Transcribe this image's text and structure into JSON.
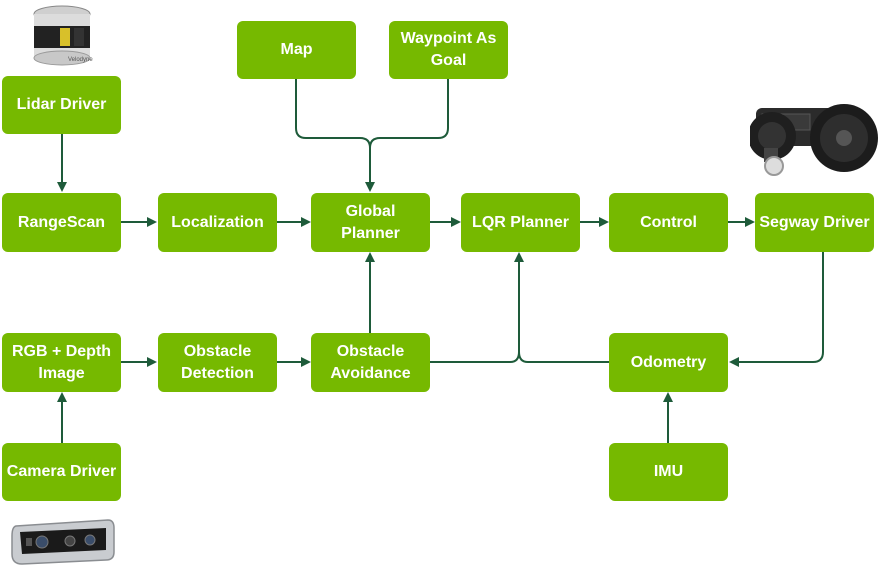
{
  "colors": {
    "node_fill": "#76b900",
    "node_text": "#ffffff",
    "edge": "#1e5b3a"
  },
  "nodes": {
    "lidar_driver": "Lidar Driver",
    "range_scan": "RangeScan",
    "localization": "Localization",
    "map": "Map",
    "waypoint": "Waypoint As Goal",
    "global_planner": "Global Planner",
    "lqr_planner": "LQR Planner",
    "control": "Control",
    "segway_driver": "Segway Driver",
    "rgb_depth": "RGB + Depth Image",
    "obstacle_detection": "Obstacle Detection",
    "obstacle_avoidance": "Obstacle Avoidance",
    "odometry": "Odometry",
    "camera_driver": "Camera Driver",
    "imu": "IMU"
  },
  "images": {
    "lidar_icon": "lidar-sensor-icon",
    "robot_icon": "segway-robot-icon",
    "camera_icon": "depth-camera-icon"
  }
}
